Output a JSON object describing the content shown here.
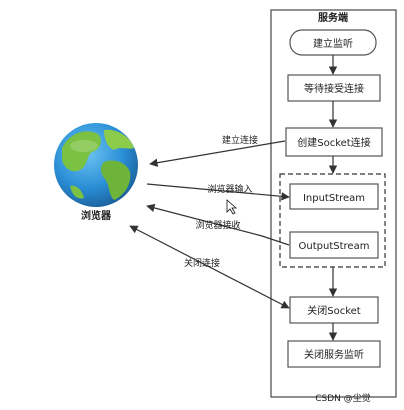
{
  "server": {
    "title": "服务端",
    "steps": [
      "建立监听",
      "等待接受连接",
      "创建Socket连接",
      "InputStream",
      "OutputStream",
      "关闭Socket",
      "关闭服务监听"
    ]
  },
  "client": {
    "label": "浏览器",
    "icon": "globe-icon"
  },
  "arrows": [
    "建立连接",
    "浏览器输入",
    "浏览器接收",
    "关闭连接"
  ],
  "watermark": "CSDN @尘觉",
  "colors": {
    "box_stroke": "#555555",
    "globe_ocean": "#2b8fd6",
    "globe_land": "#7cc242"
  }
}
